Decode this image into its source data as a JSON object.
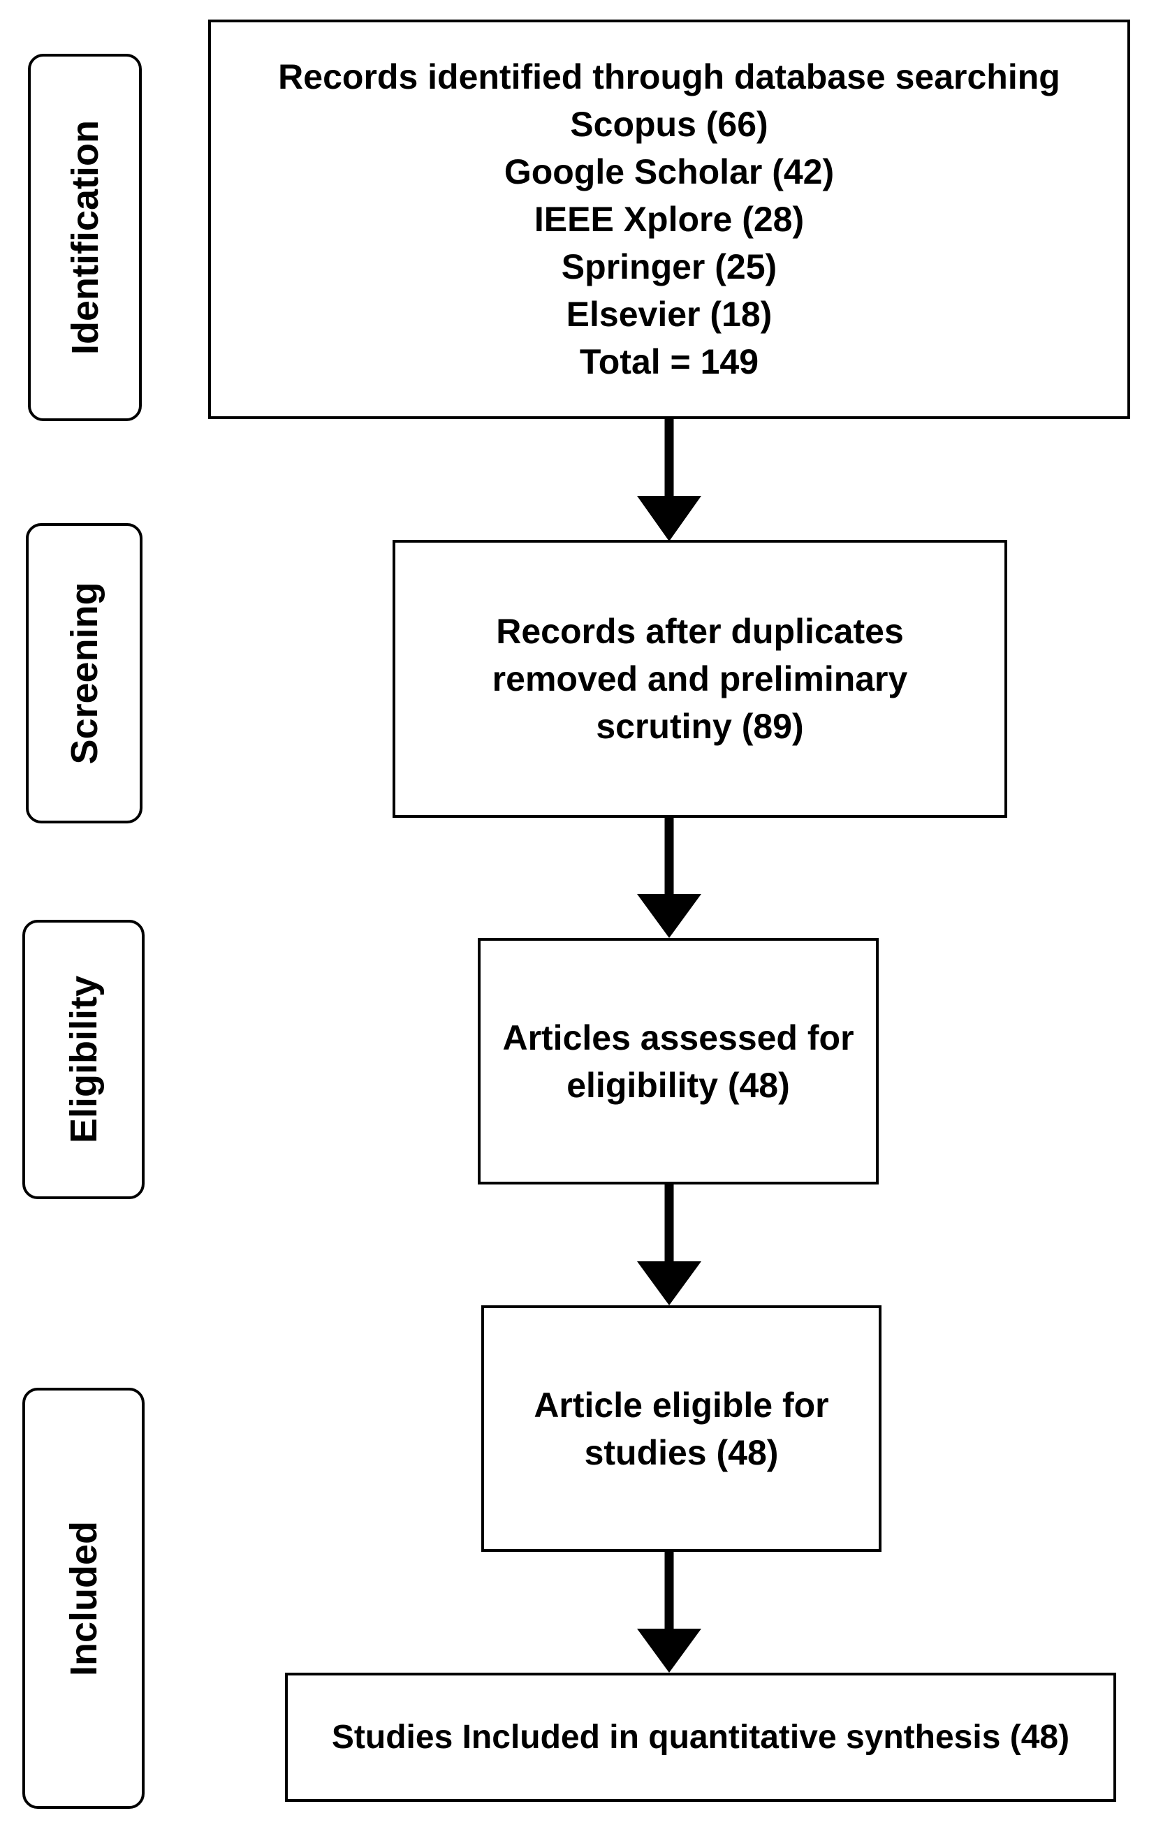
{
  "stages": {
    "identification": "Identification",
    "screening": "Screening",
    "eligibility": "Eligibility",
    "included": "Included"
  },
  "boxes": {
    "identification": {
      "title": "Records identified through database searching",
      "sources": [
        "Scopus (66)",
        "Google Scholar (42)",
        "IEEE Xplore (28)",
        "Springer (25)",
        "Elsevier (18)"
      ],
      "total": "Total = 149"
    },
    "screening": {
      "lines": [
        "Records after duplicates",
        "removed and preliminary",
        "scrutiny (89)"
      ]
    },
    "eligibility": {
      "lines": [
        "Articles assessed for",
        "eligibility (48)"
      ]
    },
    "eligible": {
      "lines": [
        "Article eligible for",
        "studies (48)"
      ]
    },
    "included": {
      "lines": [
        "Studies Included in quantitative synthesis (48)"
      ]
    }
  },
  "colors": {
    "stroke": "#000000",
    "background": "#ffffff"
  }
}
